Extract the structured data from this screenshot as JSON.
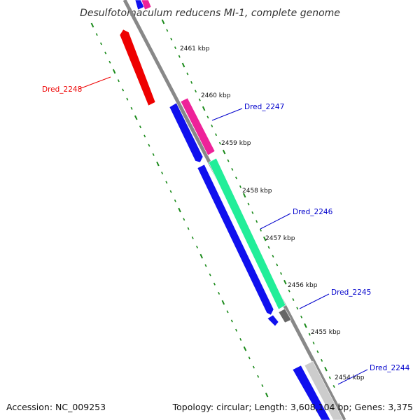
{
  "title": "Desulfotomaculum reducens MI-1, complete genome",
  "footer": {
    "accession": "Accession: NC_009253",
    "topology": "Topology: circular; Length: 3,608,104 bp; Genes: 3,375"
  },
  "ruler_labels": [
    "2461 kbp",
    "2460 kbp",
    "2459 kbp",
    "2458 kbp",
    "2457 kbp",
    "2456 kbp",
    "2455 kbp",
    "2454 kbp"
  ],
  "gene_labels": [
    {
      "name": "Dred_2248",
      "color": "#ee0000"
    },
    {
      "name": "Dred_2247",
      "color": "#0000cc"
    },
    {
      "name": "Dred_2246",
      "color": "#0000cc"
    },
    {
      "name": "Dred_2245",
      "color": "#0000cc"
    },
    {
      "name": "Dred_2244",
      "color": "#0000cc"
    }
  ],
  "colors": {
    "backbone": "#888888",
    "ticks": "#1a8a1a",
    "cds_forward": "#1010ee",
    "red_gene": "#ee0000",
    "pink_gene": "#ee2299",
    "teal_gene": "#22ee99",
    "dark_gene": "#666666",
    "light_gene": "#cccccc"
  }
}
